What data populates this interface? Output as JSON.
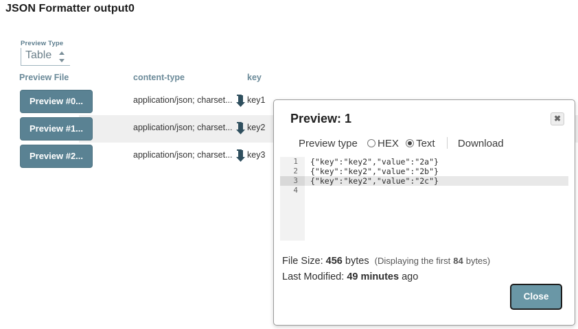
{
  "page": {
    "title": "JSON Formatter output0"
  },
  "preview_type_control": {
    "label": "Preview Type",
    "value": "Table",
    "options": [
      "Table"
    ]
  },
  "table": {
    "headers": {
      "preview_file": "Preview File",
      "content_type": "content-type",
      "key": "key"
    },
    "rows": [
      {
        "button_label": "Preview #0...",
        "content_type": "application/json; charset...",
        "download_icon": "download-icon",
        "key": "key1"
      },
      {
        "button_label": "Preview #1...",
        "content_type": "application/json; charset...",
        "download_icon": "download-icon",
        "key": "key2"
      },
      {
        "button_label": "Preview #2...",
        "content_type": "application/json; charset...",
        "download_icon": "download-icon",
        "key": "key3"
      }
    ]
  },
  "modal": {
    "title": "Preview: 1",
    "close_x": "✖",
    "preview_type_label": "Preview type",
    "options": [
      {
        "label": "HEX",
        "checked": false
      },
      {
        "label": "Text",
        "checked": true
      }
    ],
    "download_label": "Download",
    "code": {
      "lines": [
        {
          "num": "1",
          "text": "{\"key\":\"key2\",\"value\":\"2a\"}",
          "active": false
        },
        {
          "num": "2",
          "text": "{\"key\":\"key2\",\"value\":\"2b\"}",
          "active": false
        },
        {
          "num": "3",
          "text": "{\"key\":\"key2\",\"value\":\"2c\"}",
          "active": true
        },
        {
          "num": "4",
          "text": "",
          "active": false
        }
      ]
    },
    "meta": {
      "file_size_label": "File Size:",
      "file_size_value": "456",
      "file_size_unit": "bytes",
      "displaying_note_prefix": "(Displaying the first",
      "displaying_note_value": "84",
      "displaying_note_suffix": "bytes)",
      "last_modified_label": "Last Modified:",
      "last_modified_value": "49 minutes",
      "last_modified_suffix": "ago"
    },
    "close_button_label": "Close"
  },
  "colors": {
    "accent_teal": "#5a8293",
    "close_button_teal": "#6a97a6",
    "header_slate": "#6b8a99",
    "row_stripe": "#efefef"
  }
}
